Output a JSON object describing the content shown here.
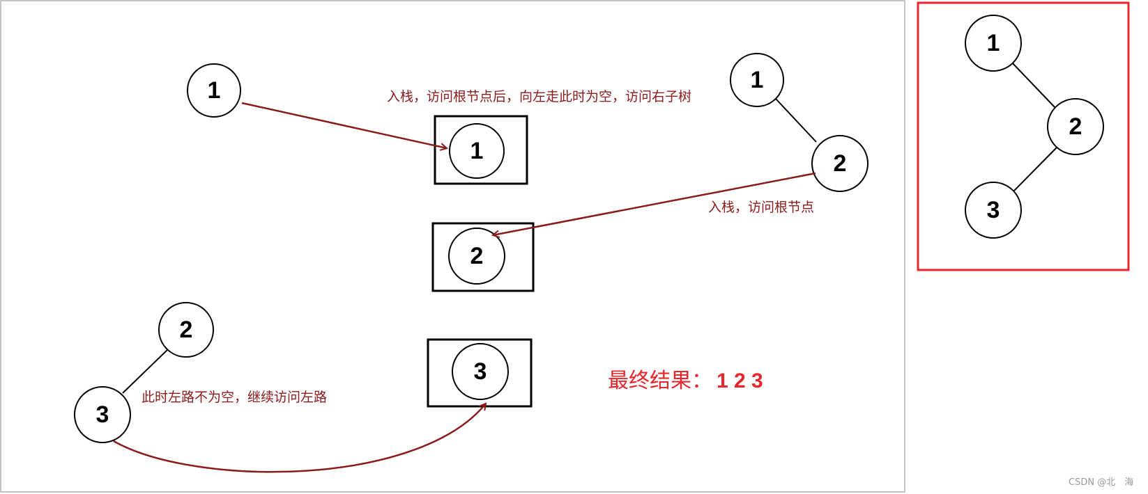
{
  "nodes": {
    "start_1": "1",
    "stack_1": "1",
    "step2_parent_1": "1",
    "step2_child_2": "2",
    "stack_2": "2",
    "step3_parent_2": "2",
    "step3_child_3": "3",
    "stack_3": "3"
  },
  "final_tree": {
    "root": "1",
    "right_child": "2",
    "grandchild": "3"
  },
  "annotations": {
    "step1": "入栈，访问根节点后，向左走此时为空，访问右子树",
    "step2": "入栈，访问根节点",
    "step3": "此时左路不为空，继续访问左路"
  },
  "result": {
    "label": "最终结果：",
    "value": "1 2 3"
  },
  "watermark": "CSDN @北　海",
  "colors": {
    "arrow": "#8b1a1a",
    "result": "#e8262b",
    "frame_highlight": "#e8262b"
  }
}
